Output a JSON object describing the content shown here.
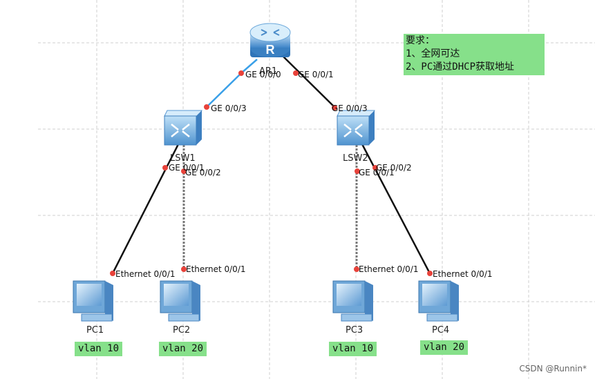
{
  "requirements": {
    "title": "要求：",
    "items": [
      "1、全网可达",
      "2、PC通过DHCP获取地址"
    ]
  },
  "devices": {
    "router": {
      "name": "AR1",
      "icon": "router-icon"
    },
    "lsw1": {
      "name": "LSW1",
      "icon": "switch-icon"
    },
    "lsw2": {
      "name": "LSW2",
      "icon": "switch-icon"
    },
    "pc1": {
      "name": "PC1",
      "icon": "pc-icon",
      "vlan": "vlan 10"
    },
    "pc2": {
      "name": "PC2",
      "icon": "pc-icon",
      "vlan": "vlan 20"
    },
    "pc3": {
      "name": "PC3",
      "icon": "pc-icon",
      "vlan": "vlan 10"
    },
    "pc4": {
      "name": "PC4",
      "icon": "pc-icon",
      "vlan": "vlan 20"
    }
  },
  "ports": {
    "ar1_g0": "GE 0/0/0",
    "ar1_g1": "GE 0/0/1",
    "lsw1_g3": "GE 0/0/3",
    "lsw2_g3": "GE 0/0/3",
    "lsw1_g1": "GE 0/0/1",
    "lsw1_g2": "GE 0/0/2",
    "lsw2_g1": "GE 0/0/1",
    "lsw2_g2": "GE 0/0/2",
    "pc1_e": "Ethernet 0/0/1",
    "pc2_e": "Ethernet 0/0/1",
    "pc3_e": "Ethernet 0/0/1",
    "pc4_e": "Ethernet 0/0/1"
  },
  "colors": {
    "note_bg": "#86e08a",
    "port_dot": "#e8423a",
    "uplink": "#3aa0e8"
  },
  "watermark": "CSDN @Runnin*"
}
